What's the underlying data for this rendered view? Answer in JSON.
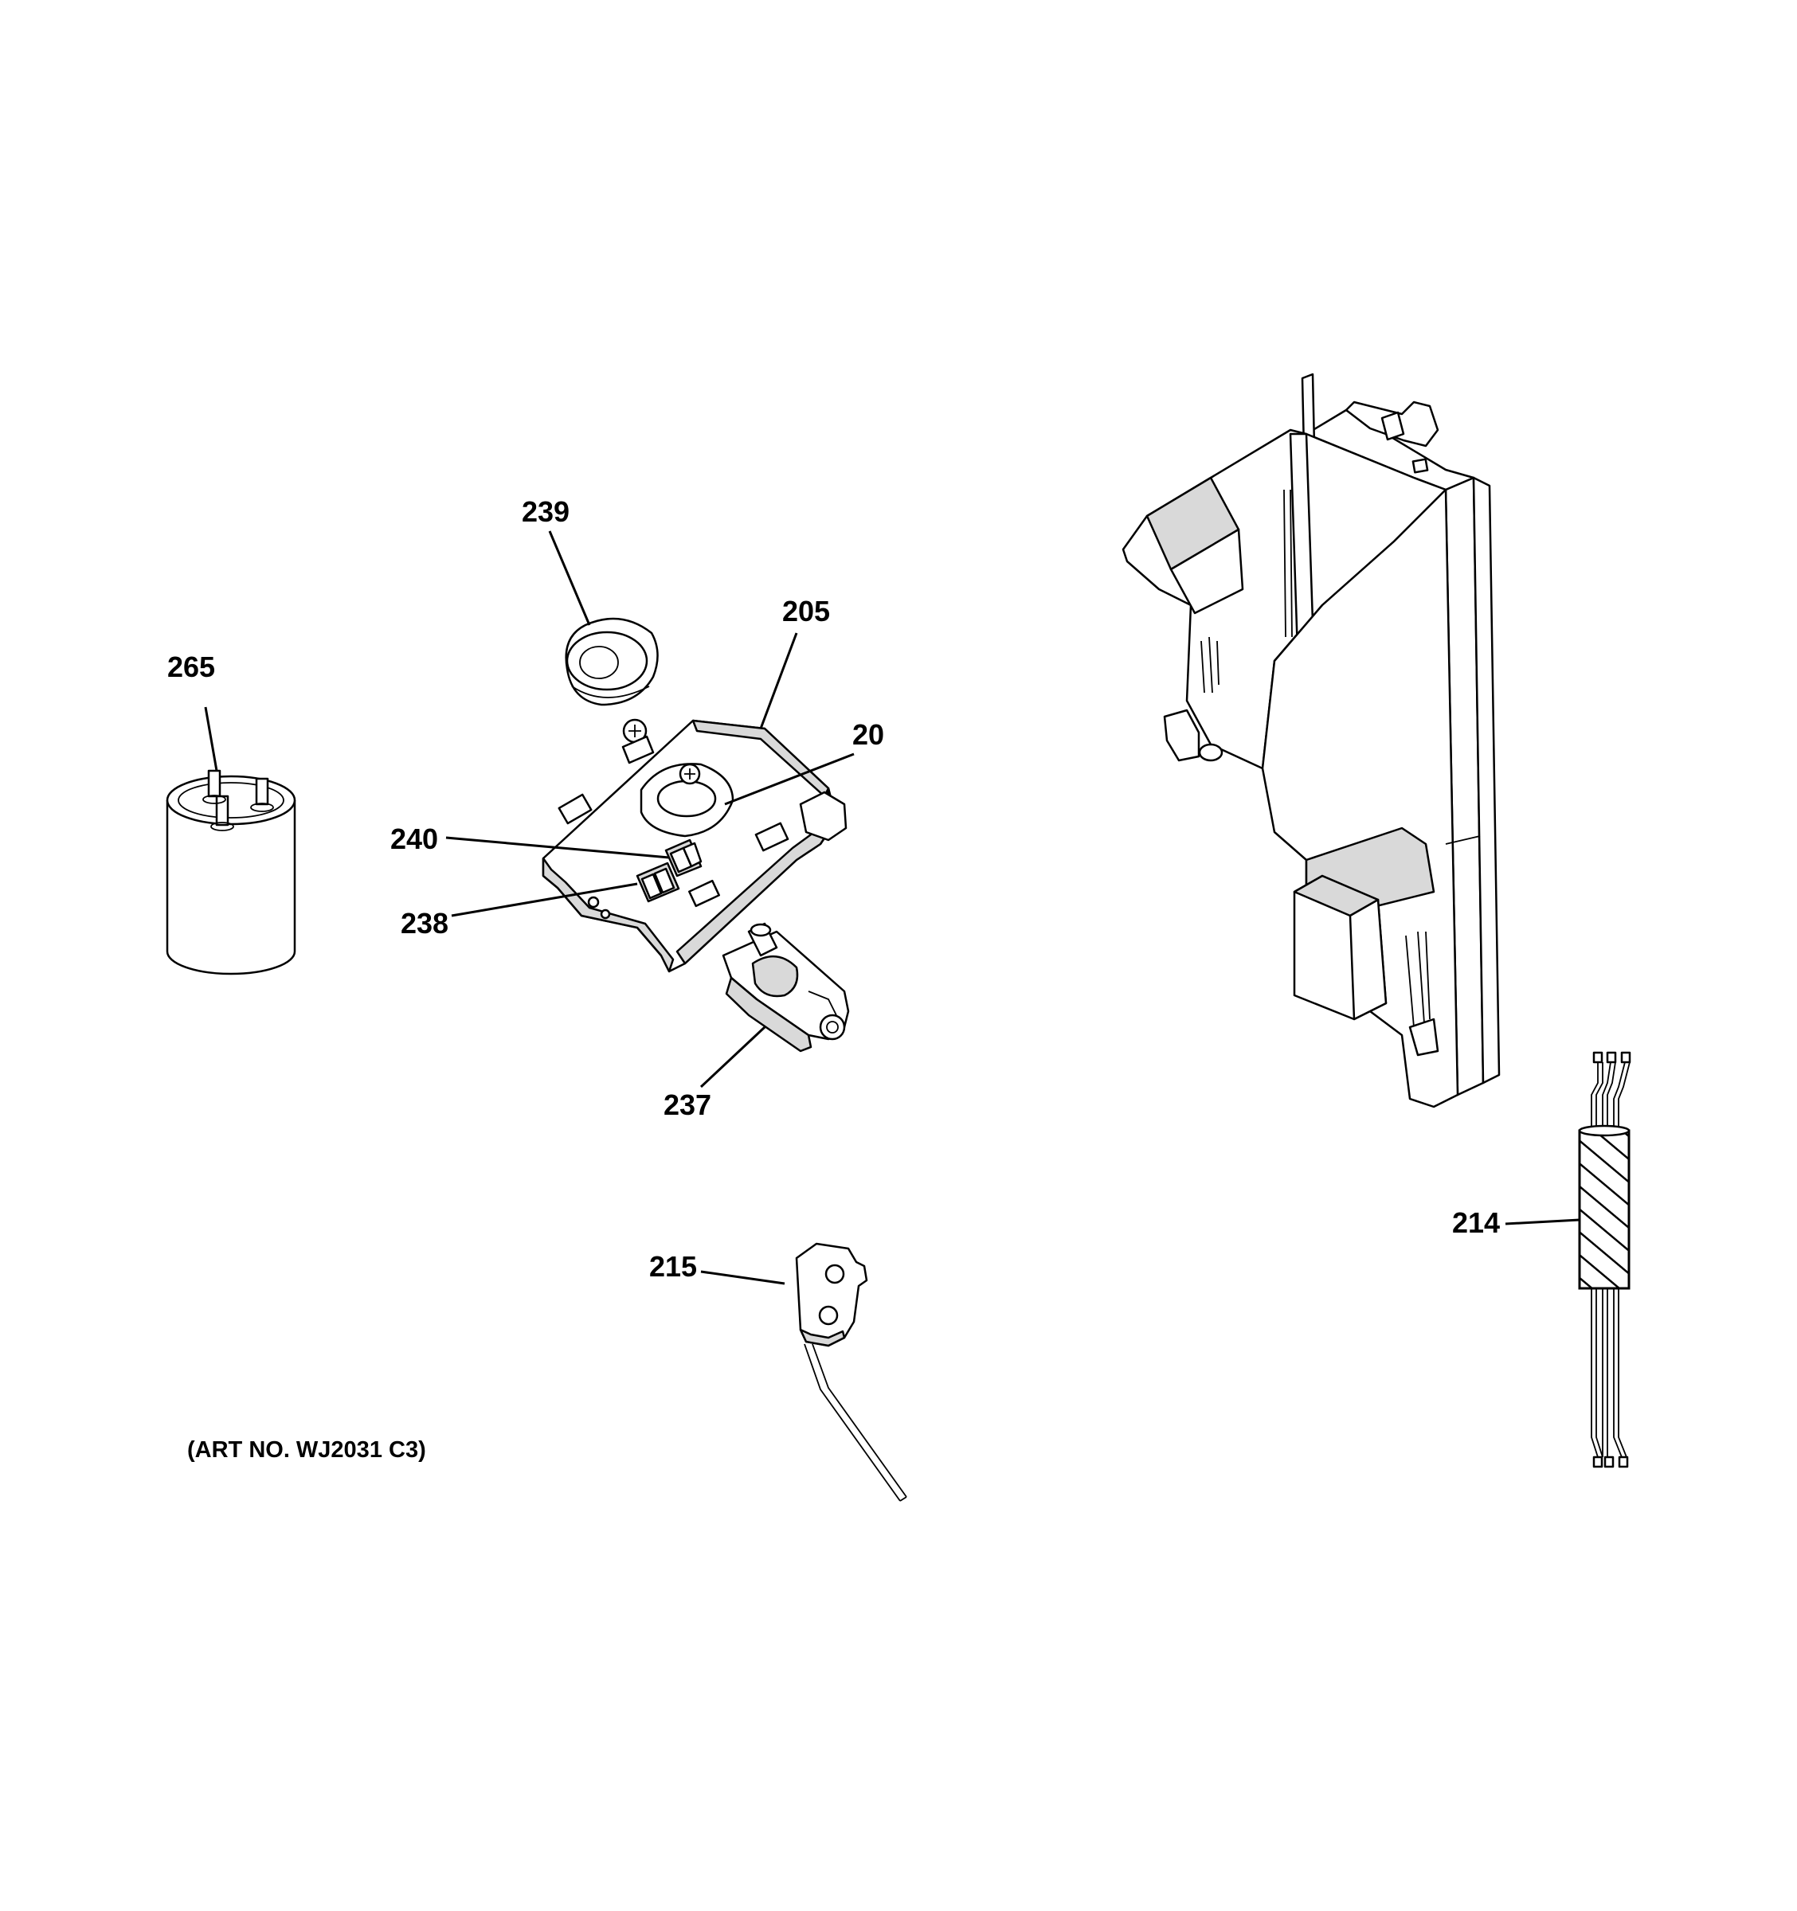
{
  "diagram": {
    "art_number": "(ART NO. WJ2031 C3)",
    "callouts": {
      "c239": "239",
      "c205": "205",
      "c265": "265",
      "c20": "20",
      "c240": "240",
      "c238": "238",
      "c237": "237",
      "c215": "215",
      "c214": "214"
    }
  }
}
